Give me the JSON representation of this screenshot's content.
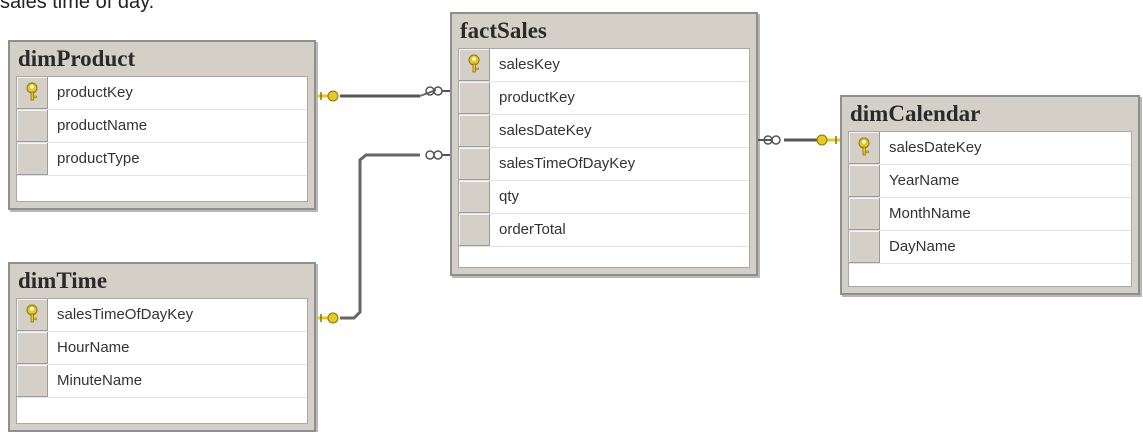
{
  "header_text": "sales time of day.",
  "key_color": "#e8c826",
  "tables": {
    "dimProduct": {
      "title": "dimProduct",
      "columns": [
        "productKey",
        "productName",
        "productType"
      ]
    },
    "factSales": {
      "title": "factSales",
      "columns": [
        "salesKey",
        "productKey",
        "salesDateKey",
        "salesTimeOfDayKey",
        "qty",
        "orderTotal"
      ]
    },
    "dimCalendar": {
      "title": "dimCalendar",
      "columns": [
        "salesDateKey",
        "YearName",
        "MonthName",
        "DayName"
      ]
    },
    "dimTime": {
      "title": "dimTime",
      "columns": [
        "salesTimeOfDayKey",
        "HourName",
        "MinuteName"
      ]
    }
  },
  "relationships": [
    {
      "from": "dimProduct.productKey",
      "to": "factSales.productKey"
    },
    {
      "from": "dimTime.salesTimeOfDayKey",
      "to": "factSales.salesTimeOfDayKey"
    },
    {
      "from": "dimCalendar.salesDateKey",
      "to": "factSales.salesDateKey"
    }
  ]
}
